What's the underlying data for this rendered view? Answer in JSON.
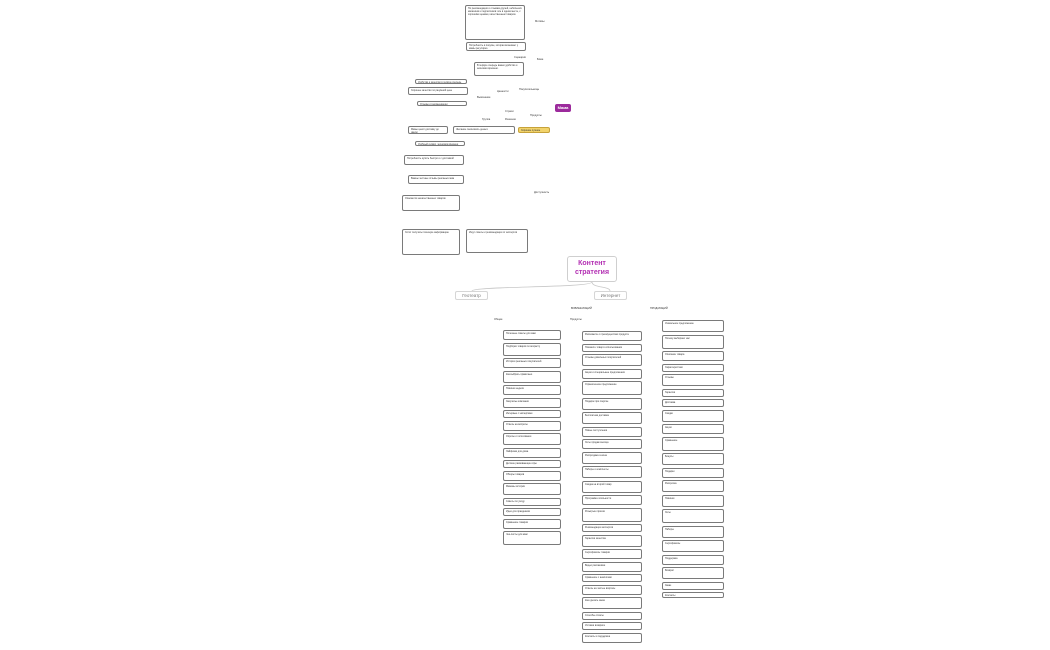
{
  "top_map": {
    "root": "Мама",
    "branches": {
      "motivy": "Мотивы",
      "bozhe": "Боже",
      "produkty": "Продукты",
      "stsenarii": "Сценарии",
      "khoroshie_luchshie": "Хорошие лучшие",
      "pokupatelnaya": "Покупательницы",
      "strakhi": "Страхи",
      "reshenie": "Решение",
      "dostupnost": "Доступность",
      "tsennosti": "Ценности",
      "vyiasnenie": "Выяснение",
      "gruppa": "Группа"
    },
    "text_nodes": [
      "По рекомендации и отзывам друзей, небольших магазинов и подписчиков: все в одном месте, с хорошими ценами, качественным товаром.",
      "Потребность в покупке, которая возникает у мамы регулярно.",
      "В первую очередь важно удобство и экономия времени.",
      "Удобство и качество в первую очередь",
      "Хорошее качество по разумной цене",
      "Отзывы и рекомендации",
      "Мамы ценят доставку до двери",
      "Желание сэкономить деньги",
      "Удобный сервис, экономия времени",
      "Потребность купить быстро и с доставкой",
      "Важны честные отзывы реальных мам",
      "Опасаются некачественных товаров",
      "Хотят получать полезную информацию",
      "Ищут советы и рекомендации от экспертов"
    ]
  },
  "content_strategy": {
    "title": "Контент стратегия",
    "branch_left": "Геотеатр",
    "branch_right": "Интернет",
    "subbranches": [
      "ВОВЛЕКАЮЩИЙ",
      "ПРОДАЮЩИЙ"
    ],
    "sub_left": "Общее",
    "sub_mid": "Продукты",
    "col_left_items": [
      "Полезные советы для мам",
      "Подборки товаров по возрасту",
      "Истории реальных покупателей",
      "Как выбрать правильно",
      "Новинки недели",
      "Закулисье компании",
      "Интервью с экспертами",
      "Ответы на вопросы",
      "Опросы и голосования",
      "Лайфхаки для дома",
      "Детские развивающие игры",
      "Обзоры товаров",
      "Мамины истории",
      "Советы по уходу",
      "Идеи для праздников",
      "Сравнение товаров",
      "Чек-листы для мам"
    ],
    "col_mid_items": [
      "Расскажите о преимуществах продукта",
      "Покажите товар в использовании",
      "Отзывы довольных покупателей",
      "Акции и специальные предложения",
      "Ограниченное предложение",
      "Подарок при покупке",
      "Бесплатная доставка",
      "Новые поступления",
      "Хиты продаж месяца",
      "Распродажа сезона",
      "Наборы и комплекты",
      "Скидка на второй товар",
      "Программа лояльности",
      "Розыгрыш призов",
      "Рекомендации экспертов",
      "Гарантия качества",
      "Сертификаты товаров",
      "Видео распаковки",
      "Сравнение с аналогами",
      "Ответы на частые вопросы",
      "Как сделать заказ",
      "Способы оплаты",
      "Условия возврата",
      "Контакты и поддержка",
      "Истории покупателей",
      "Промокоды для подписчиков"
    ],
    "col_right_items": [
      "Уникальное предложение",
      "Почему выбирают нас",
      "Описание товара",
      "Характеристики",
      "Отзывы",
      "Гарантия",
      "Доставка",
      "Скидки",
      "Акции",
      "Сравнение",
      "Бонусы",
      "Подарки",
      "Рассрочка",
      "Новинки",
      "Хиты",
      "Наборы",
      "Сертификаты",
      "Поддержка",
      "Возврат",
      "Заказ",
      "Контакты"
    ]
  },
  "colors": {
    "root": "#9c2a9c",
    "title_text": "#b32fb3",
    "highlight": "#f2d36b",
    "line": "#8a8a8a",
    "line_faint": "#c8c8c8"
  }
}
